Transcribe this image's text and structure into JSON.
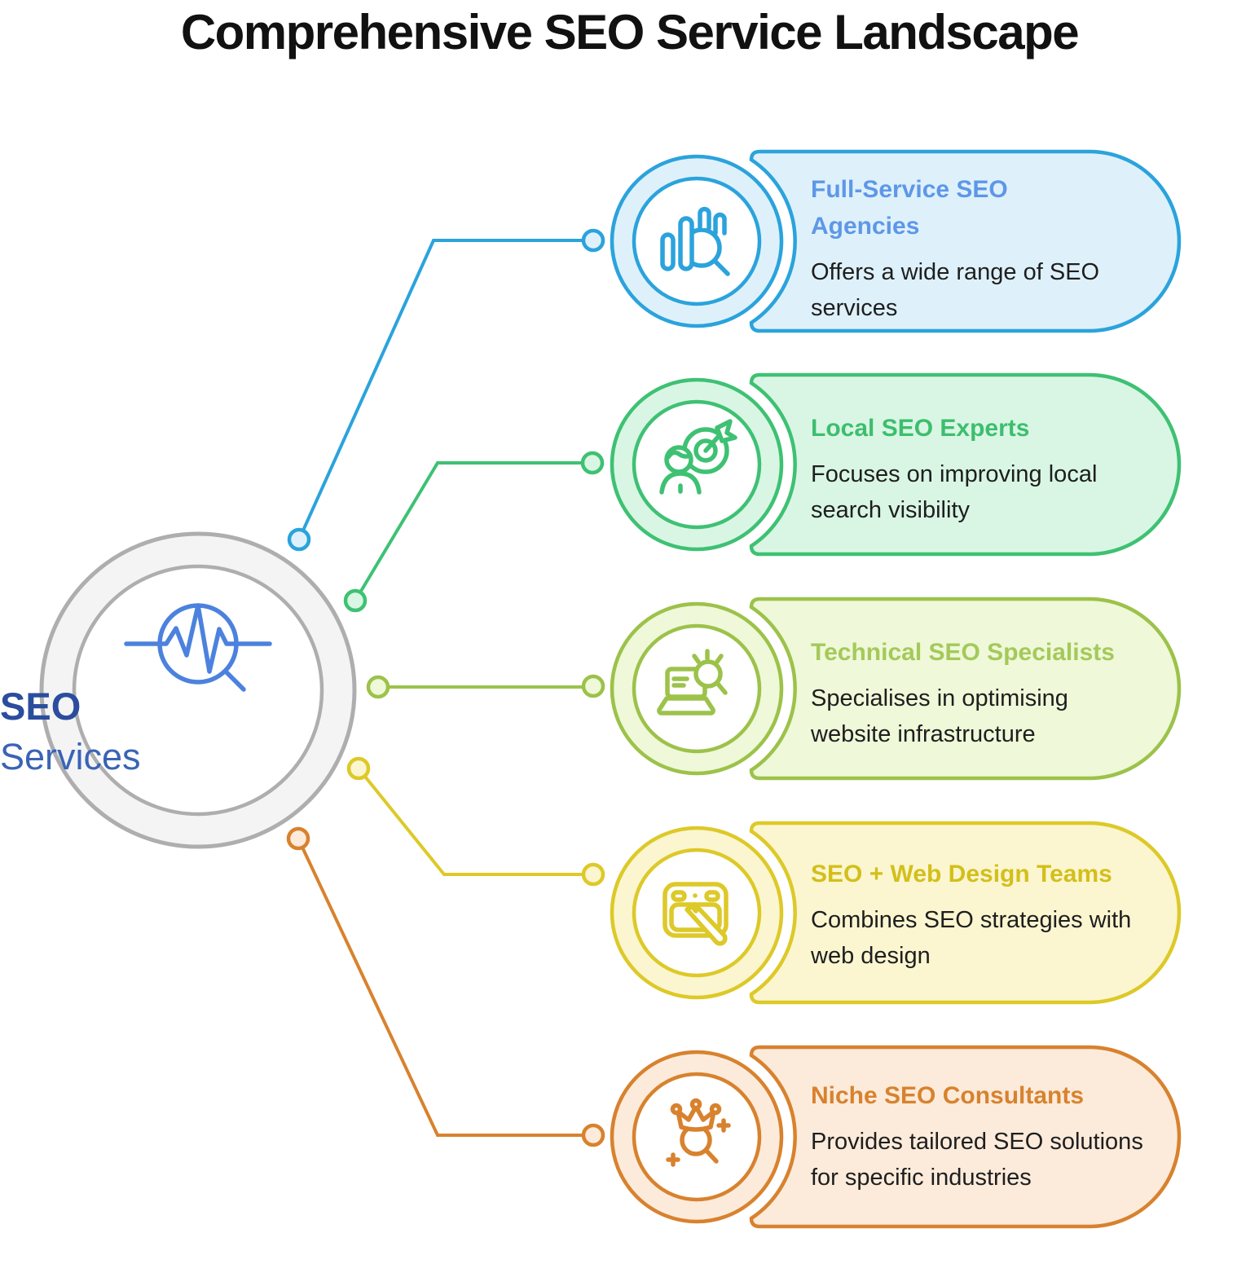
{
  "title": "Comprehensive SEO Service Landscape",
  "center": {
    "label": "SEO",
    "sublabel": "Services",
    "icon": "pulse-magnifier-icon",
    "colors": {
      "ring": "#AEAEAE",
      "ring_fill": "#F4F4F5",
      "icon": "#4C82DE",
      "label_text": "#2B4D9E",
      "sublabel_text": "#3A64B5"
    }
  },
  "branches": [
    {
      "heading": "Full-Service SEO\nAgencies",
      "description": "Offers a wide range of SEO\nservices",
      "icon": "bar-chart-magnifier-icon",
      "colors": {
        "border": "#2BA3DC",
        "fill": "#DEF1FB",
        "heading_text": "#5E97E8"
      }
    },
    {
      "heading": "Local SEO Experts",
      "description": "Focuses on improving local\nsearch visibility",
      "icon": "target-person-icon",
      "colors": {
        "border": "#3EC173",
        "fill": "#D9F6E4",
        "heading_text": "#3DBE6E"
      }
    },
    {
      "heading": "Technical SEO Specialists",
      "description": "Specialises in optimising\nwebsite infrastructure",
      "icon": "laptop-magnifier-icon",
      "colors": {
        "border": "#9CC24A",
        "fill": "#EFF8D8",
        "heading_text": "#A4C95A"
      }
    },
    {
      "heading": "SEO + Web Design Teams",
      "description": "Combines SEO strategies with\nweb design",
      "icon": "design-tablet-pencil-icon",
      "colors": {
        "border": "#DDC928",
        "fill": "#FBF6D0",
        "heading_text": "#D3BF1B"
      }
    },
    {
      "heading": "Niche SEO Consultants",
      "description": "Provides tailored SEO solutions\nfor specific industries",
      "icon": "crown-magnifier-icon",
      "colors": {
        "border": "#D8822E",
        "fill": "#FCEBDB",
        "heading_text": "#D8822E"
      }
    }
  ]
}
